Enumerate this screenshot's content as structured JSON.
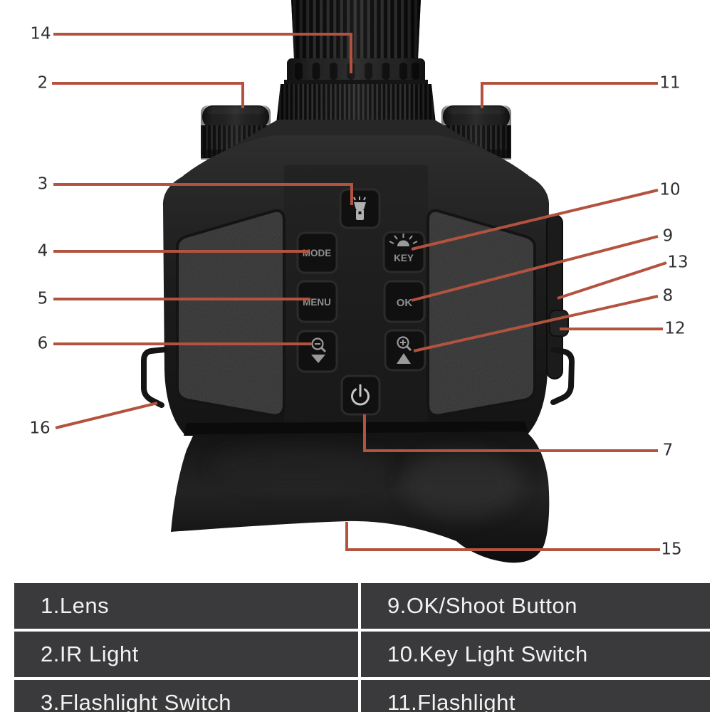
{
  "callouts": {
    "n2": {
      "label": "2"
    },
    "n3": {
      "label": "3"
    },
    "n4": {
      "label": "4"
    },
    "n5": {
      "label": "5"
    },
    "n6": {
      "label": "6"
    },
    "n7": {
      "label": "7"
    },
    "n8": {
      "label": "8"
    },
    "n9": {
      "label": "9"
    },
    "n10": {
      "label": "10"
    },
    "n11": {
      "label": "11"
    },
    "n12": {
      "label": "12"
    },
    "n13": {
      "label": "13"
    },
    "n14": {
      "label": "14"
    },
    "n15": {
      "label": "15"
    },
    "n16": {
      "label": "16"
    }
  },
  "device": {
    "buttons": {
      "mode": "MODE",
      "key": "KEY",
      "menu": "MENU",
      "ok": "OK"
    },
    "icons": [
      "flashlight-icon",
      "key-light-icon",
      "zoom-out-icon",
      "zoom-in-icon",
      "power-icon"
    ]
  },
  "legend": {
    "rows": [
      {
        "left": "1.Lens",
        "right": "9.OK/Shoot Button"
      },
      {
        "left": "2.IR Light",
        "right": "10.Key Light Switch"
      },
      {
        "left": "3.Flashlight Switch",
        "right": "11.Flashlight"
      }
    ]
  },
  "colors": {
    "callout_line": "#b3533f",
    "number_text": "#2f2f2f",
    "table_cell_bg": "#3a3a3c",
    "table_text": "#f2f2f2",
    "background": "#ffffff"
  }
}
